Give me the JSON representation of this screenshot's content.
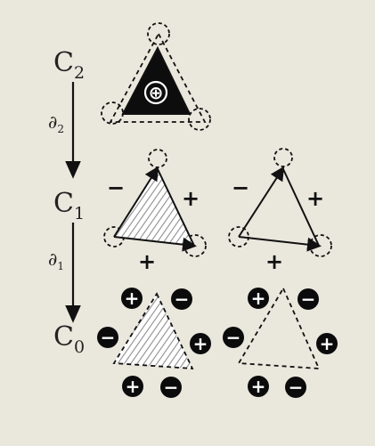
{
  "labels": {
    "c2": "C",
    "c2_sub": "2",
    "c1": "C",
    "c1_sub": "1",
    "c0": "C",
    "c0_sub": "0",
    "d2": "∂",
    "d2_sub": "2",
    "d1": "∂",
    "d1_sub": "1"
  },
  "c2_cell": {
    "orientation": "⊕"
  },
  "c1_left": {
    "left": "−",
    "right": "+",
    "bottom": "+"
  },
  "c1_right": {
    "left": "−",
    "right": "+",
    "bottom": "+"
  },
  "c0_left": {
    "top_left": "+",
    "top_right": "−",
    "left": "−",
    "right": "+",
    "bottom_left": "+",
    "bottom_right": "−"
  },
  "c0_right": {
    "top_left": "+",
    "top_right": "−",
    "left": "−",
    "right": "+",
    "bottom_left": "+",
    "bottom_right": "−"
  },
  "colors": {
    "background": "#eae7dd",
    "ink": "#111111",
    "hatch": "#9a9a9a"
  }
}
